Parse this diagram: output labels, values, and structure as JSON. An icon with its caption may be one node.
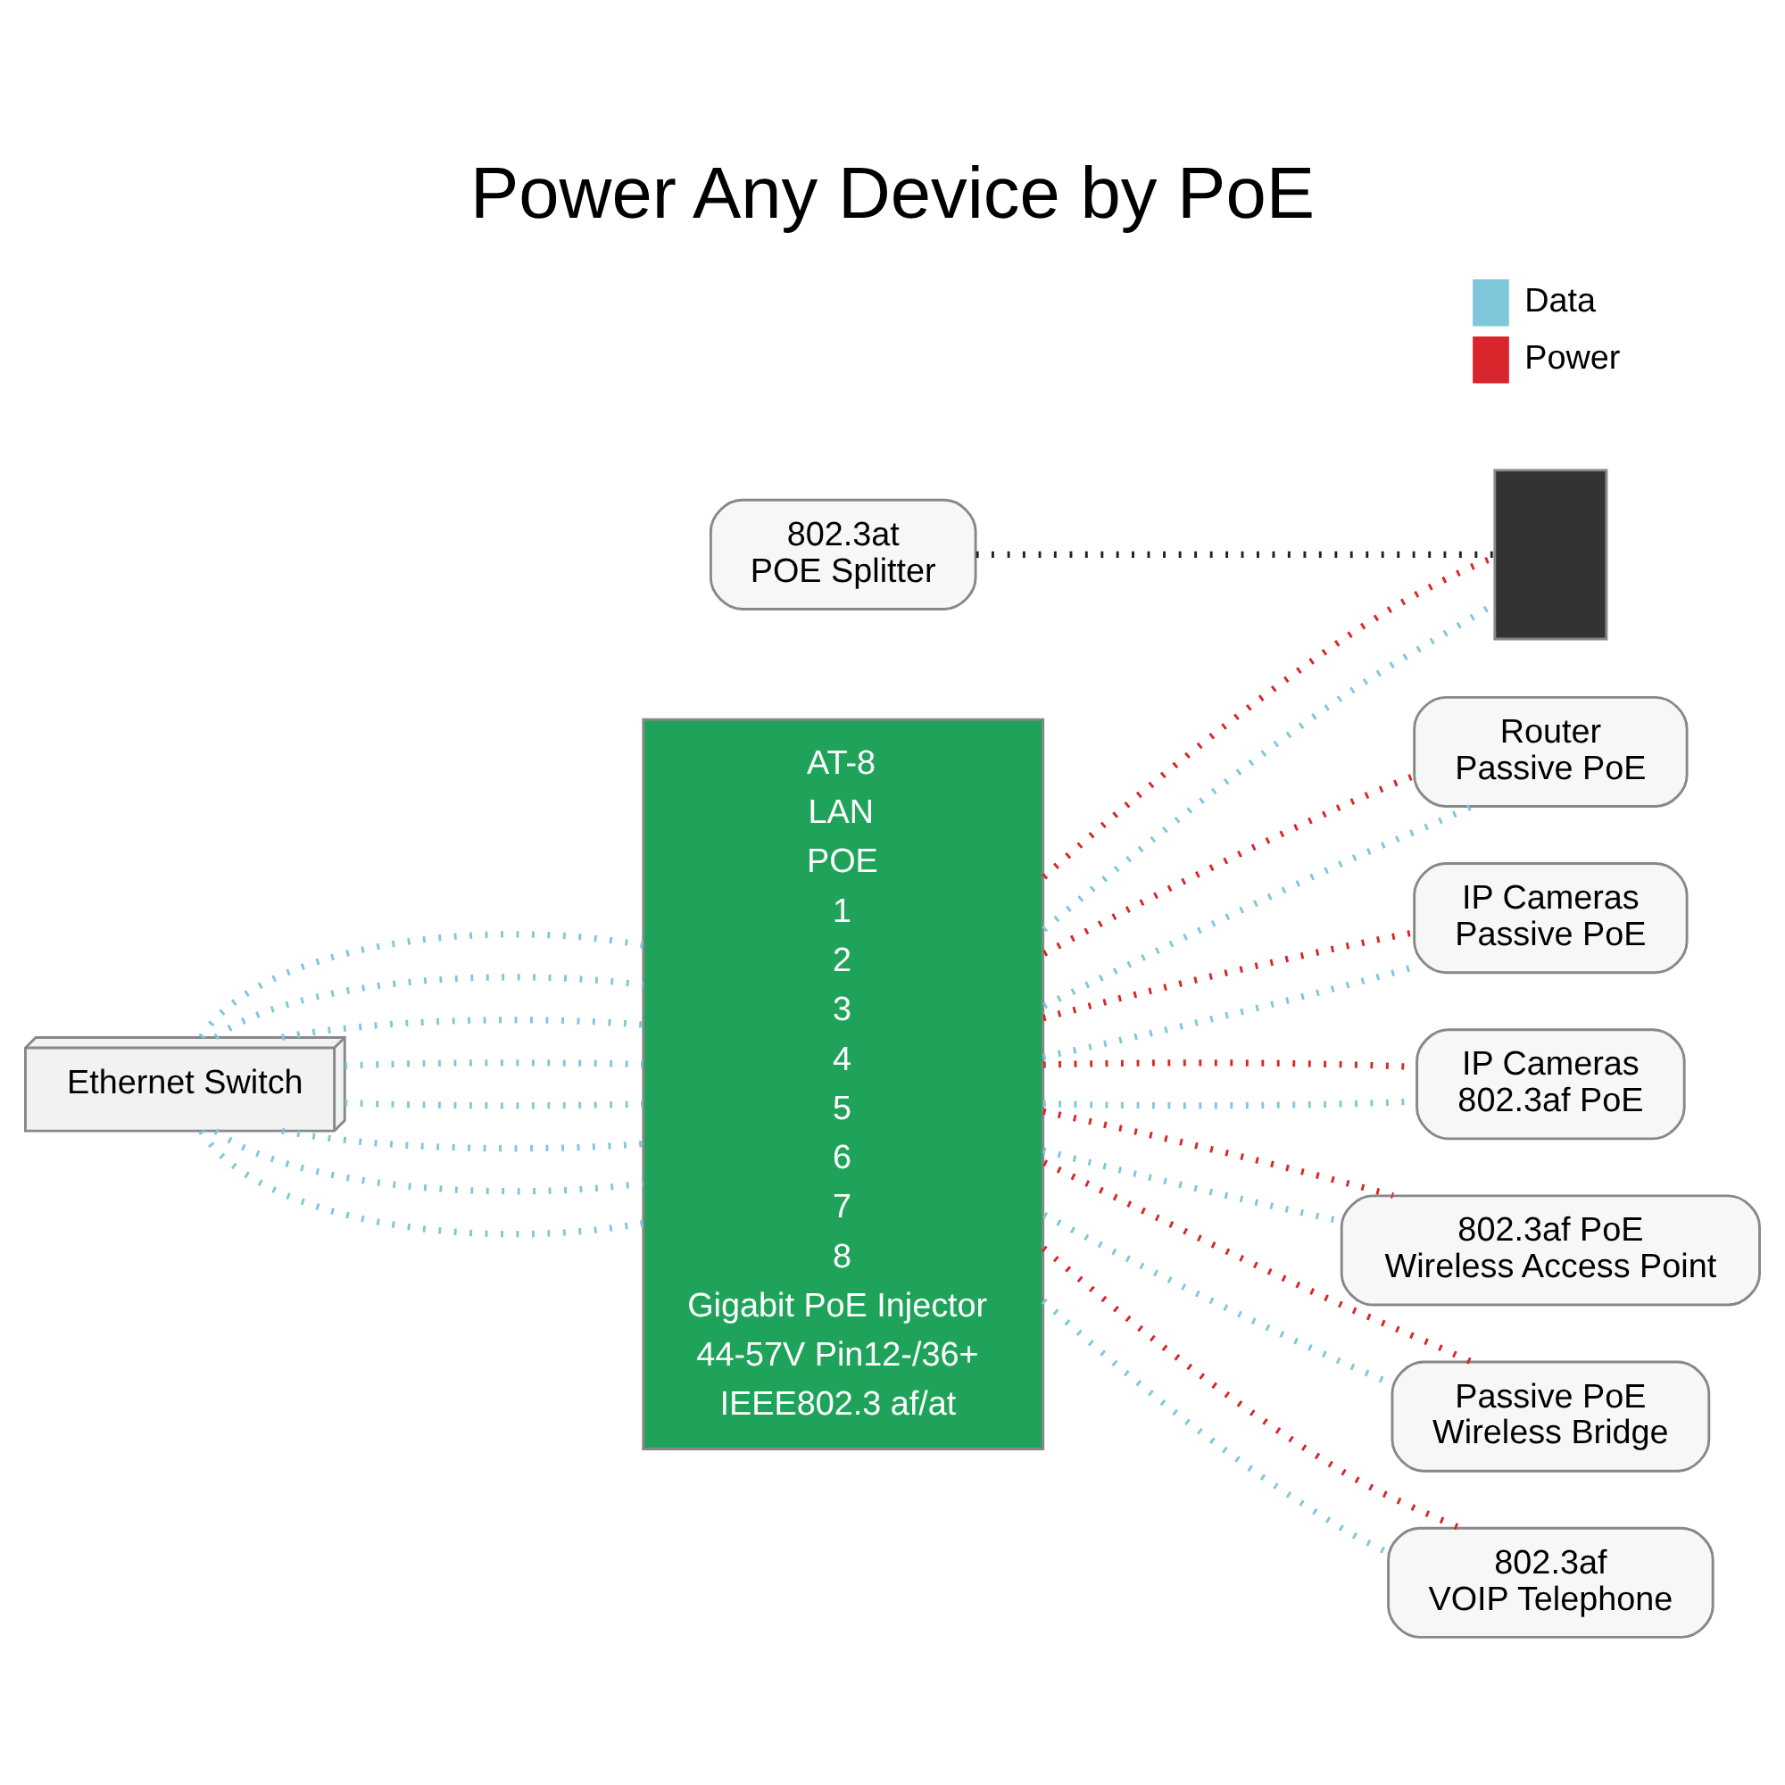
{
  "diagram": {
    "title": "Power Any Device by PoE",
    "nodes": [
      {
        "text": [
          "AT-8",
          "LAN",
          "POE",
          "1",
          "2",
          "3",
          "4",
          "5",
          "6",
          "7",
          "8",
          "Gigabit PoE Injector",
          "44-57V Pin12-/36+",
          "IEEE802.3 af/at"
        ]
      },
      {
        "text": [
          "Router",
          "Passive PoE"
        ]
      },
      {
        "text": [
          "IP Cameras",
          "Passive PoE"
        ]
      },
      {
        "text": [
          "IP Cameras",
          "802.3af PoE"
        ]
      },
      {
        "text": [
          "802.3af PoE",
          "Wireless Access Point"
        ]
      },
      {
        "text": [
          "Ethernet Switch"
        ]
      },
      {
        "text": [
          "Passive PoE",
          "Wireless Bridge"
        ]
      },
      {
        "text": [
          "802.3af",
          "VOIP Telephone"
        ]
      },
      {
        "text": [
          "802.3at",
          "POE Splitter"
        ]
      },
      {
        "text": [],
        "shape": "box"
      }
    ],
    "edges": [
      {
        "from": 5,
        "to": 0,
        "arrow": "none"
      },
      {
        "from": 5,
        "to": 0,
        "arrow": "none"
      },
      {
        "from": 5,
        "to": 0,
        "arrow": "none"
      },
      {
        "from": 5,
        "to": 0,
        "arrow": "none"
      },
      {
        "from": 5,
        "to": 0,
        "arrow": "none"
      },
      {
        "from": 5,
        "to": 0,
        "arrow": "none"
      },
      {
        "from": 5,
        "to": 0,
        "arrow": "none"
      },
      {
        "from": 5,
        "to": 0,
        "arrow": "none"
      },
      {
        "from": 0,
        "to": 1,
        "arrow": "none"
      },
      {
        "from": 0,
        "to": 1,
        "arrow": "none",
        "color": "#d9262c"
      },
      {
        "from": 0,
        "to": 2,
        "arrow": "none"
      },
      {
        "from": 0,
        "to": 2,
        "arrow": "none",
        "color": "#d9262c"
      },
      {
        "from": 0,
        "to": 3,
        "arrow": "none"
      },
      {
        "from": 0,
        "to": 3,
        "arrow": "none",
        "color": "#d9262c"
      },
      {
        "from": 0,
        "to": 4,
        "arrow": "none"
      },
      {
        "from": 0,
        "to": 4,
        "arrow": "none",
        "color": "#d9262c"
      },
      {
        "from": 0,
        "to": 6,
        "arrow": "none"
      },
      {
        "from": 0,
        "to": 6,
        "arrow": "none",
        "color": "#d9262c"
      },
      {
        "from": 0,
        "to": 7,
        "arrow": "none"
      },
      {
        "from": 0,
        "to": 7,
        "arrow": "none",
        "color": "#d9262c"
      },
      {
        "from": 0,
        "to": 9,
        "arrow": "none"
      },
      {
        "from": 0,
        "to": 9,
        "arrow": "none",
        "color": "#d9262c"
      },
      {
        "from": 8,
        "to": 9,
        "arrow": "none",
        "color": "#222222"
      }
    ],
    "legend": [
      {
        "text": "Data",
        "color": "#7fc8dc"
      },
      {
        "text": "Power",
        "color": "#d9262c"
      }
    ]
  }
}
